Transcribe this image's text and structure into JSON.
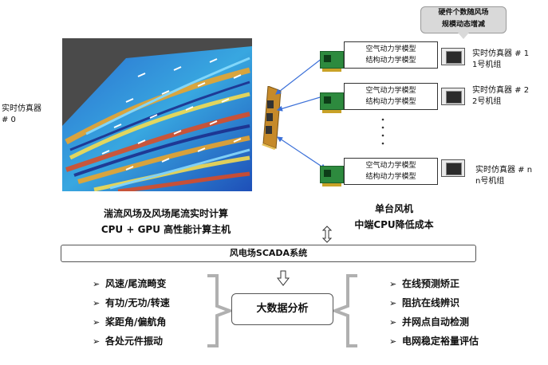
{
  "callout": {
    "line1": "硬件个数随风场",
    "line2": "规模动态增减"
  },
  "left_simulator": {
    "line1": "实时仿真器",
    "line2": "# 0"
  },
  "turbines": [
    {
      "line1": "空气动力学模型",
      "line2": "结构动力学模型",
      "sim_label": "实时仿真器 # 1",
      "unit_label": "1号机组"
    },
    {
      "line1": "空气动力学模型",
      "line2": "结构动力学模型",
      "sim_label": "实时仿真器 # 2",
      "unit_label": "2号机组"
    },
    {
      "line1": "空气动力学模型",
      "line2": "结构动力学模型",
      "sim_label": "实时仿真器 # n",
      "unit_label": "n号机组"
    }
  ],
  "host_caption": {
    "line1": "湍流风场及风场尾流实时计算",
    "line2": "CPU + GPU 高性能计算主机"
  },
  "single_caption": {
    "line1": "单台风机",
    "line2": "中端CPU降低成本"
  },
  "scada_label": "风电场SCADA系统",
  "big_data_label": "大数据分析",
  "left_list": [
    "风速/尾流畸变",
    "有功/无功/转速",
    "桨距角/偏航角",
    "各处元件振动"
  ],
  "right_list": [
    "在线预测矫正",
    "阻抗在线辨识",
    "并网点自动检测",
    "电网稳定裕量评估"
  ],
  "colors": {
    "arrow_blue": "#3a6fd8",
    "bracket_gray": "#b0b0b0",
    "card_green": "#2d8a3e"
  }
}
